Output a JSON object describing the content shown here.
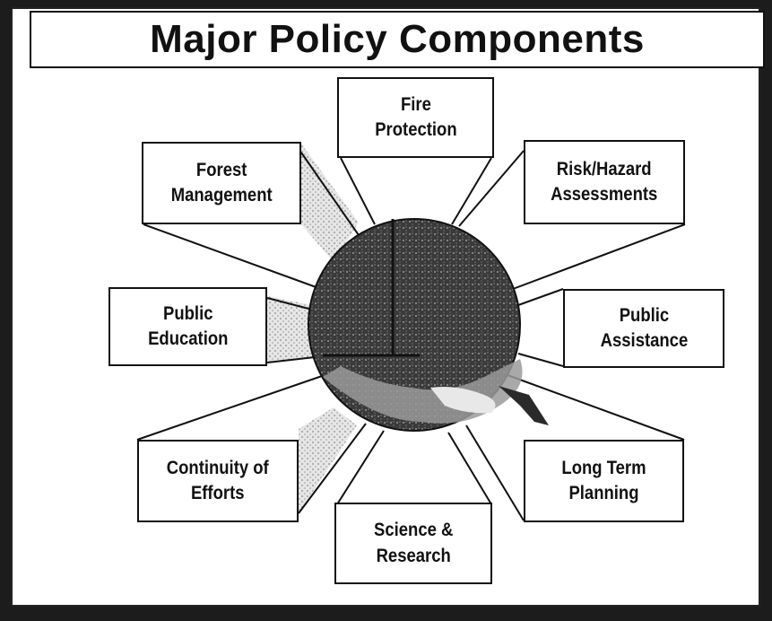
{
  "title": "Major Policy Components",
  "components": {
    "fire": "Fire\nProtection",
    "forest": "Forest\nManagement",
    "risk": "Risk/Hazard\nAssessments",
    "education": "Public\nEducation",
    "assistance": "Public\nAssistance",
    "continuity": "Continuity of\nEfforts",
    "planning": "Long Term\nPlanning",
    "science": "Science &\nResearch"
  },
  "center_icon": "globe-icon",
  "colors": {
    "line": "#111111",
    "background": "#ffffff",
    "frame": "#1c1c1c"
  }
}
